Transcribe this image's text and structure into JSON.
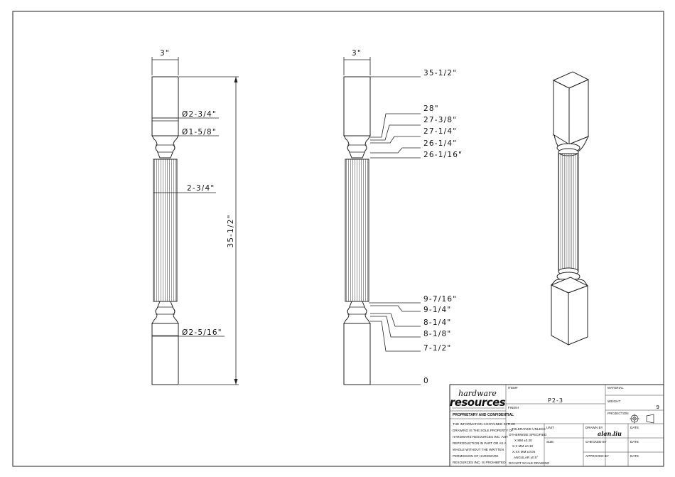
{
  "front_view": {
    "width_label": "3\"",
    "height_label": "35-1/2\"",
    "diameters": [
      "Ø2-3/4\"",
      "Ø1-5/8\"",
      "2-3/4\"",
      "Ø2-5/16\""
    ]
  },
  "side_view": {
    "width_label": "3\"",
    "elevations_top": [
      "35-1/2\"",
      "28\"",
      "27-3/8\"",
      "27-1/4\"",
      "26-1/4\"",
      "26-1/16\""
    ],
    "elevations_bottom": [
      "9-7/16\"",
      "9-1/4\"",
      "8-1/4\"",
      "8-1/8\"",
      "7-1/2\"",
      "0"
    ]
  },
  "title_block": {
    "logo_top": "hardware",
    "logo_bottom": "resources",
    "proprietary_heading": "PROPRIETARY AND CONFIDENTIAL",
    "proprietary_lines": [
      "THE INFORMATION CONTAINED IN THIS",
      "DRAWING IS THE SOLE PROPERTY OF",
      "HARDWARE RESOURCES INC.  ANY",
      "REPRODUCTION IN PART OR AS A",
      "WHOLE  WITHOUT THE WRITTEN",
      "PERMISSION OF HARDWARE",
      "RESOURCES INC. IS PROHIBITED"
    ],
    "item_label": "ITEM#",
    "item_value": "P2-3",
    "finish_label": "FINISH",
    "material_label": "MATERIAL",
    "weight_label": "WEIGHT",
    "weight_value": "9",
    "projection_label": "PROJECTION",
    "tolerance_lines": [
      "TOLERANCE UNLESS",
      "OTHERWISE SPECIFIED",
      "X   MM   ±0.20",
      "X.X   MM   ±0.10",
      "X.XX  MM  ±0.05",
      "ANGULAR   ±0.5°",
      "DO NOT SCALE DRAWING"
    ],
    "unit_label": "UNIT",
    "size_label": "SIZE",
    "drawn_by_label": "DRAWN BY",
    "drawn_by_value": "alan.liu",
    "checked_by_label": "CHECKED BY",
    "approved_by_label": "APPROVED BY",
    "date_label": "DATE"
  }
}
